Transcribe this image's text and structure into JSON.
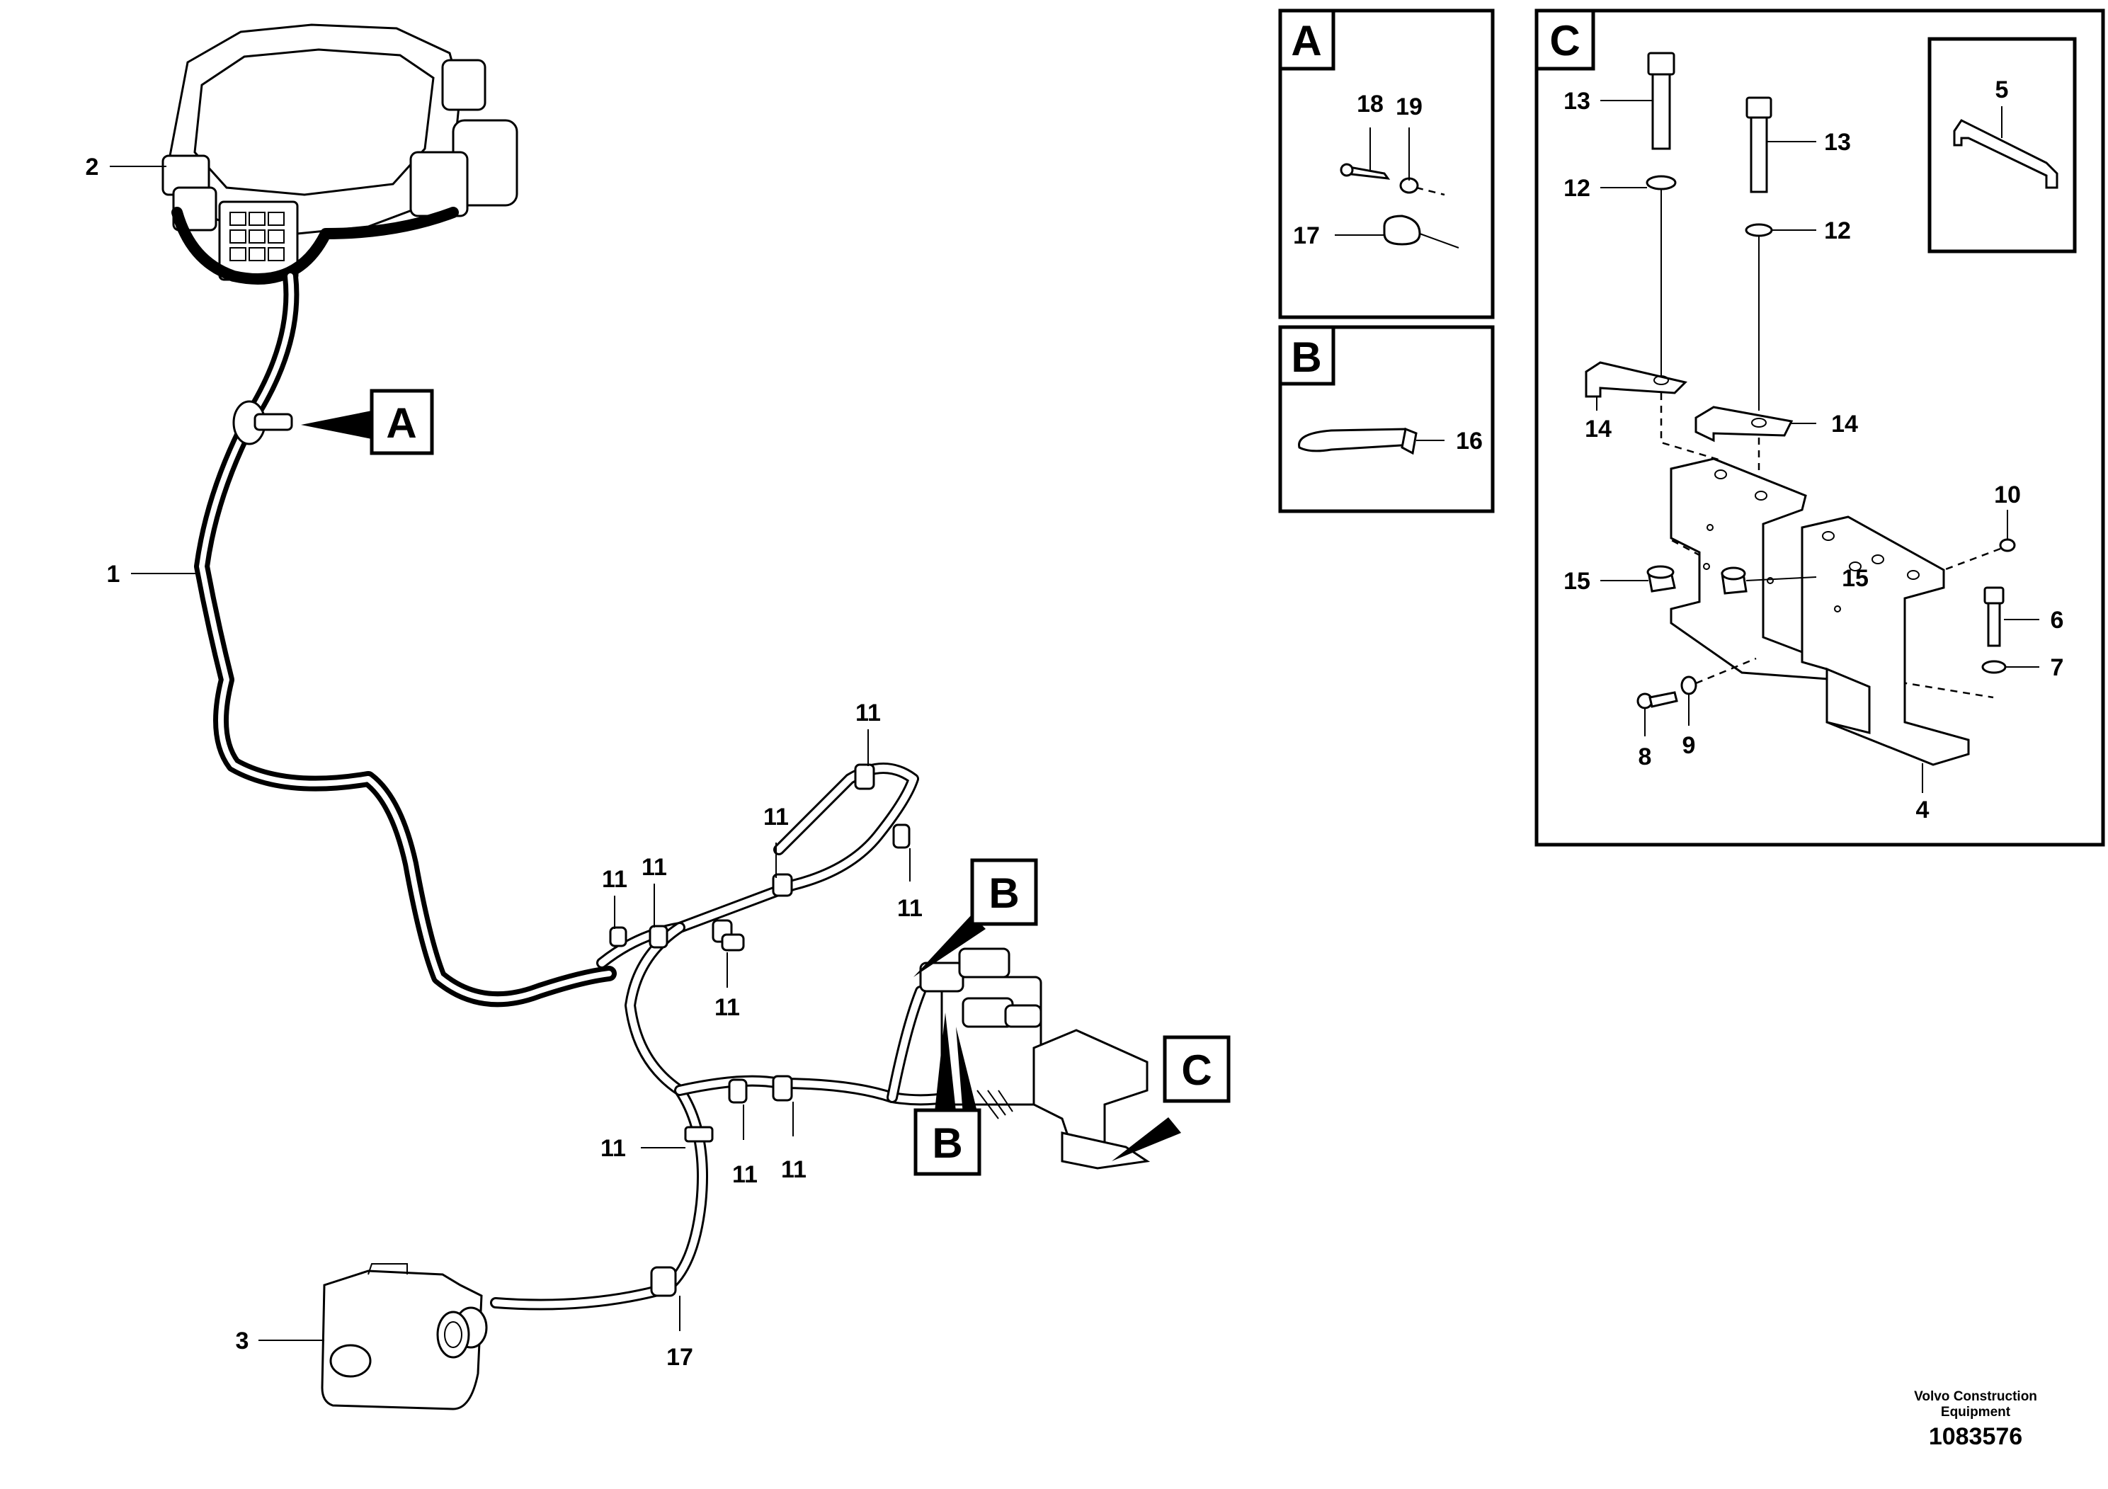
{
  "parts": {
    "p1": "1",
    "p2": "2",
    "p3": "3",
    "p4": "4",
    "p5": "5",
    "p6": "6",
    "p7": "7",
    "p8": "8",
    "p9": "9",
    "p10": "10",
    "p11": "11",
    "p12": "12",
    "p13": "13",
    "p14": "14",
    "p15": "15",
    "p16": "16",
    "p17": "17",
    "p18": "18",
    "p19": "19"
  },
  "detail_letters": {
    "a": "A",
    "b": "B",
    "c": "C"
  },
  "brand": {
    "line1": "Volvo Construction",
    "line2": "Equipment"
  },
  "document_number": "1083576"
}
